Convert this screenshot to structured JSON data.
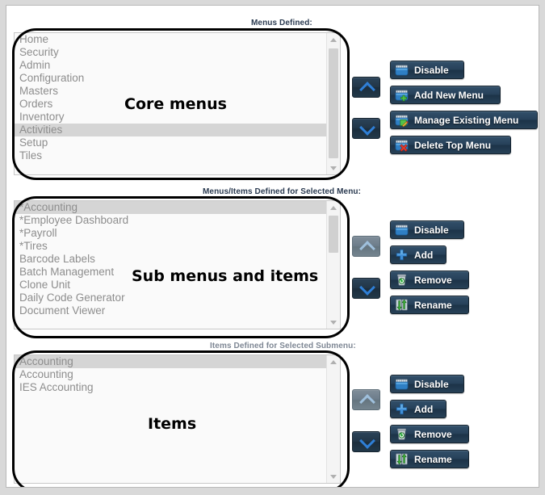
{
  "sections": [
    {
      "id": "core-menus",
      "label": "Menus Defined:",
      "annotation": "Core menus",
      "items": [
        {
          "text": "Home",
          "selected": false
        },
        {
          "text": "Security",
          "selected": false
        },
        {
          "text": "Admin",
          "selected": false
        },
        {
          "text": "Configuration",
          "selected": false
        },
        {
          "text": "Masters",
          "selected": false
        },
        {
          "text": "Orders",
          "selected": false
        },
        {
          "text": "Inventory",
          "selected": false
        },
        {
          "text": "Activities",
          "selected": true
        },
        {
          "text": "Setup",
          "selected": false
        },
        {
          "text": "Tiles",
          "selected": false
        }
      ],
      "move_up": {
        "name": "move-up-button",
        "enabled": true,
        "icon": "chevron-up-icon"
      },
      "move_down": {
        "name": "move-down-button",
        "enabled": true,
        "icon": "chevron-down-icon"
      },
      "buttons": [
        {
          "label": "Disable",
          "icon": "menu-box-icon",
          "width": 92
        },
        {
          "label": "Add New Menu",
          "icon": "menu-box-add-icon",
          "width": 137
        },
        {
          "label": "Manage Existing Menu",
          "icon": "menu-box-edit-icon",
          "width": 183
        },
        {
          "label": "Delete Top Menu",
          "icon": "menu-box-delete-icon",
          "width": 150
        }
      ]
    },
    {
      "id": "sub-menus",
      "label": "Menus/Items Defined for Selected Menu:",
      "annotation": "Sub menus and items",
      "items": [
        {
          "text": "*Accounting",
          "selected": true
        },
        {
          "text": "*Employee Dashboard",
          "selected": false
        },
        {
          "text": "*Payroll",
          "selected": false
        },
        {
          "text": "*Tires",
          "selected": false
        },
        {
          "text": "Barcode Labels",
          "selected": false
        },
        {
          "text": "Batch Management",
          "selected": false
        },
        {
          "text": "Clone Unit",
          "selected": false
        },
        {
          "text": "Daily Code Generator",
          "selected": false
        },
        {
          "text": "Document Viewer",
          "selected": false
        }
      ],
      "move_up": {
        "name": "move-up-button",
        "enabled": false,
        "icon": "chevron-up-icon"
      },
      "move_down": {
        "name": "move-down-button",
        "enabled": true,
        "icon": "chevron-down-icon"
      },
      "buttons": [
        {
          "label": "Disable",
          "icon": "menu-box-icon",
          "width": 92
        },
        {
          "label": "Add",
          "icon": "plus-icon",
          "width": 70
        },
        {
          "label": "Remove",
          "icon": "trash-icon",
          "width": 98
        },
        {
          "label": "Rename",
          "icon": "rename-arrows-icon",
          "width": 98
        }
      ]
    },
    {
      "id": "items",
      "label": "Items Defined for Selected Submenu:",
      "annotation": "Items",
      "items": [
        {
          "text": "Accounting",
          "selected": true
        },
        {
          "text": "Accounting",
          "selected": false
        },
        {
          "text": "IES Accounting",
          "selected": false
        }
      ],
      "move_up": {
        "name": "move-up-button",
        "enabled": false,
        "icon": "chevron-up-icon"
      },
      "move_down": {
        "name": "move-down-button",
        "enabled": true,
        "icon": "chevron-down-icon"
      },
      "buttons": [
        {
          "label": "Disable",
          "icon": "menu-box-icon",
          "width": 92
        },
        {
          "label": "Add",
          "icon": "plus-icon",
          "width": 70
        },
        {
          "label": "Remove",
          "icon": "trash-icon",
          "width": 98
        },
        {
          "label": "Rename",
          "icon": "rename-arrows-icon",
          "width": 98
        }
      ]
    }
  ],
  "colors": {
    "button_face": "#27415a",
    "button_text": "#ffffff",
    "label_text": "#2a3a50",
    "label_muted": "#7e8794",
    "list_text": "#8d8d8d",
    "list_selected_bg": "#d5d5d5",
    "chevron_enabled": "#2f7fd6",
    "chevron_disabled": "#9fc0dd",
    "annotation": "#000000",
    "page_bg": "#d9d9d9"
  }
}
